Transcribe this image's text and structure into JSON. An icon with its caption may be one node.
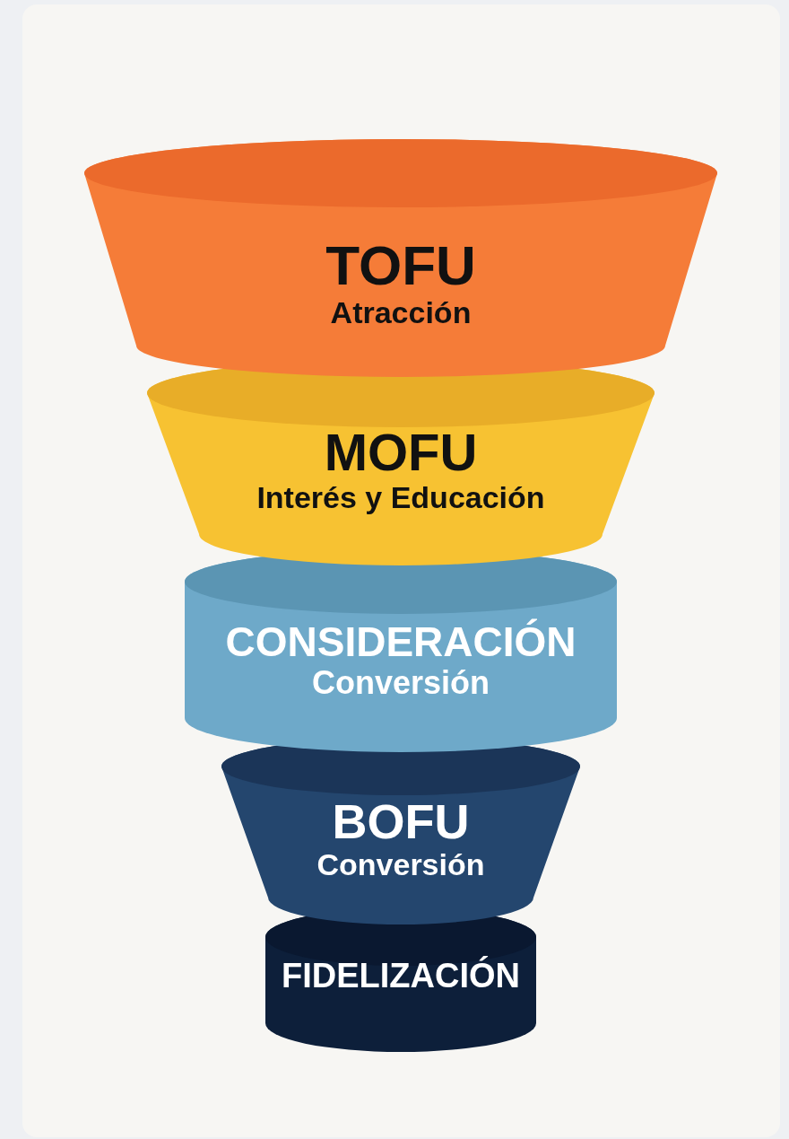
{
  "diagram": {
    "nodes": [
      {
        "text": [
          "TOFU",
          "Atracción"
        ]
      },
      {
        "text": [
          "MOFU",
          "Interés y Educación"
        ]
      },
      {
        "text": [
          "CONSIDERACIÓN",
          "Conversión"
        ]
      },
      {
        "text": [
          "BOFU",
          "Conversión"
        ]
      },
      {
        "text": [
          "FIDELIZACIÓN"
        ]
      }
    ]
  }
}
